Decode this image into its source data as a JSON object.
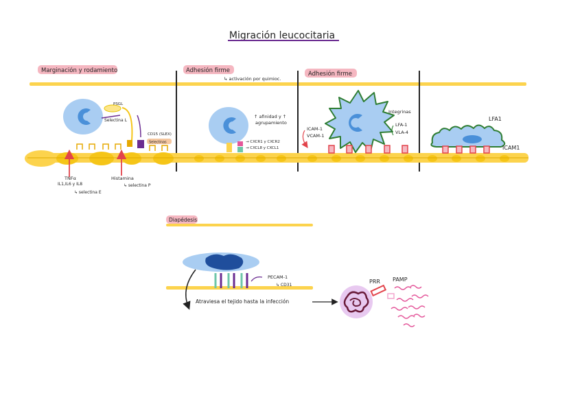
{
  "title": "Migración leucocitaria",
  "colors": {
    "vessel": "#fcd34d",
    "vessel_dark": "#f5c518",
    "cell": "#a9cdf2",
    "nucleus": "#4a90d9",
    "label_bg": "#f5b7c1",
    "red": "#e2434b",
    "purple": "#6b2c91",
    "green": "#2e7d32",
    "pink": "#e4579a",
    "dark_blue": "#1f4e9c",
    "maroon": "#6a1b3a",
    "lavender": "#e8c9f0"
  },
  "sections": {
    "marginacion": {
      "label": "Marginación y rodamiento",
      "psgl": "PSGL",
      "selectina_l": "Selectina L",
      "cd15": "CD15 (SLEX)",
      "selectinas": "Selectinas",
      "tnf": "TNFα",
      "il": "IL1,IL6 y IL8",
      "selectina_e": "↳ selectina E",
      "histamina": "Histamina",
      "selectina_p": "↳ selectina P"
    },
    "adhesion1": {
      "label": "Adhesión firme",
      "activacion": "↳ activación por quimioc.",
      "afinidad": "↑ afinidad y ↑",
      "agrupamiento": "agrupamiento",
      "cxcr": "→ CXCR1 y CXCR2",
      "cxcl": "→ CXCL8 y CXCL1"
    },
    "adhesion2": {
      "label": "Adhesión firme",
      "icam": "ICAM-1",
      "vcam": "VCAM-1",
      "integrinas": "Integrinas",
      "lfa": "LFA-1",
      "vla": "VLA-4"
    },
    "panel4": {
      "lfa1": "LFA1",
      "icam1": "ICAM1"
    },
    "diapedesis": {
      "label": "Diapédesis",
      "pecam": "PECAM-1",
      "cd31": "↳ CD31",
      "atraviesa": "Atraviesa el tejido hasta la infección",
      "prr": "PRR",
      "pamp": "PAMP"
    }
  }
}
